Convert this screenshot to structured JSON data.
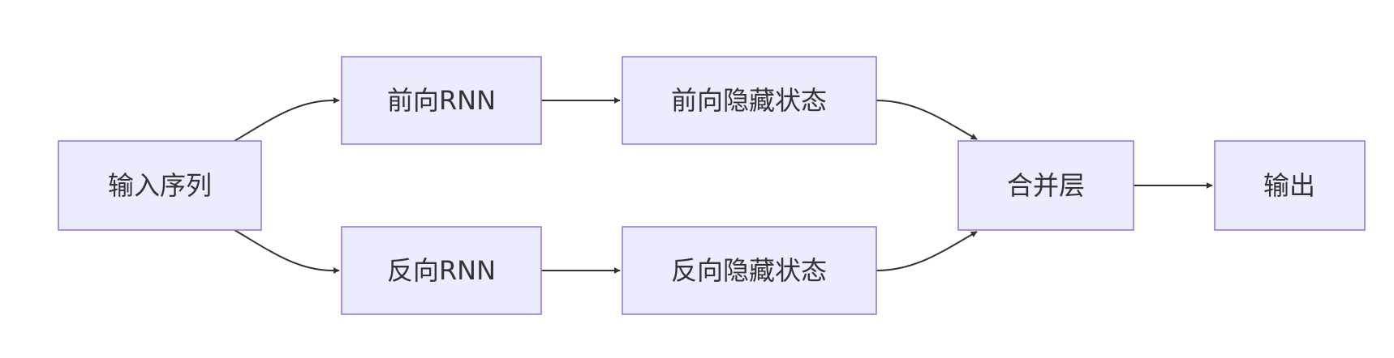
{
  "diagram": {
    "type": "flowchart",
    "direction": "left-to-right",
    "colors": {
      "node_fill": "#ECECFF",
      "node_stroke": "#9370DB",
      "edge": "#333333",
      "text": "#333333",
      "background": "#FFFFFF"
    },
    "nodes": {
      "input": {
        "label": "输入序列"
      },
      "forward_rnn": {
        "label": "前向RNN"
      },
      "backward_rnn": {
        "label": "反向RNN"
      },
      "forward_hidden": {
        "label": "前向隐藏状态"
      },
      "backward_hidden": {
        "label": "反向隐藏状态"
      },
      "merge": {
        "label": "合并层"
      },
      "output": {
        "label": "输出"
      }
    },
    "edges": [
      {
        "from": "输入序列",
        "to": "前向RNN"
      },
      {
        "from": "输入序列",
        "to": "反向RNN"
      },
      {
        "from": "前向RNN",
        "to": "前向隐藏状态"
      },
      {
        "from": "反向RNN",
        "to": "反向隐藏状态"
      },
      {
        "from": "前向隐藏状态",
        "to": "合并层"
      },
      {
        "from": "反向隐藏状态",
        "to": "合并层"
      },
      {
        "from": "合并层",
        "to": "输出"
      }
    ]
  }
}
